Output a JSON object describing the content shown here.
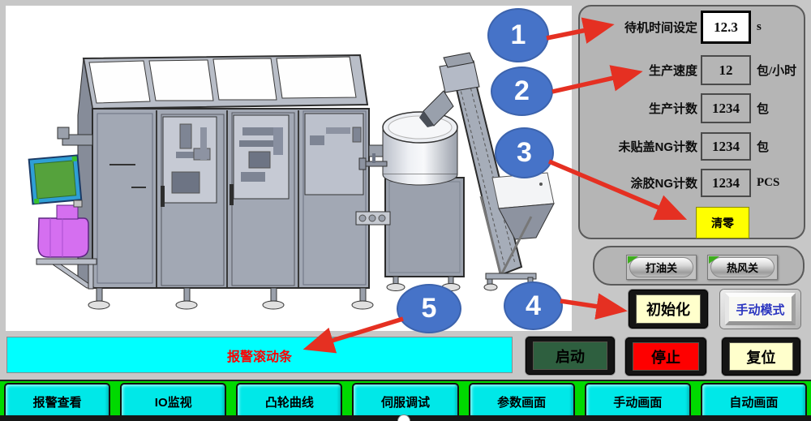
{
  "callouts": {
    "n1": "1",
    "n2": "2",
    "n3": "3",
    "n4": "4",
    "n5": "5"
  },
  "params": {
    "rows": [
      {
        "label": "待机时间设定",
        "value": "12.3",
        "unit": "s"
      },
      {
        "label": "生产速度",
        "value": "12",
        "unit": "包/小时"
      },
      {
        "label": "生产计数",
        "value": "1234",
        "unit": "包"
      },
      {
        "label": "未贴盖NG计数",
        "value": "1234",
        "unit": "包"
      },
      {
        "label": "涂胶NG计数",
        "value": "1234",
        "unit": "PCS"
      }
    ],
    "clear_button": "清零"
  },
  "switches": {
    "oil_label": "打油关",
    "hot_air_label": "热风关"
  },
  "mode": {
    "init_label": "初始化",
    "manual_label": "手动模式"
  },
  "controls": {
    "start_label": "启动",
    "stop_label": "停止",
    "reset_label": "复位"
  },
  "alarm": {
    "text": "报警滚动条"
  },
  "nav": {
    "items": [
      {
        "label": "报警查看"
      },
      {
        "label": "IO监视"
      },
      {
        "label": "凸轮曲线"
      },
      {
        "label": "伺服调试"
      },
      {
        "label": "参数画面"
      },
      {
        "label": "手动画面"
      },
      {
        "label": "自动画面"
      }
    ]
  },
  "colors": {
    "alarm_cyan": "#00FFFF",
    "nav_green": "#00D900",
    "clear_yellow": "#FFFF00",
    "stop_red": "#FE0000",
    "start_green": "#2E5F3F",
    "cream": "#FFFFCC",
    "callout_blue": "#4673C8",
    "arrow_red": "#E53022",
    "manual_text_blue": "#2A35C0",
    "alarm_text_red": "#FF0000"
  }
}
